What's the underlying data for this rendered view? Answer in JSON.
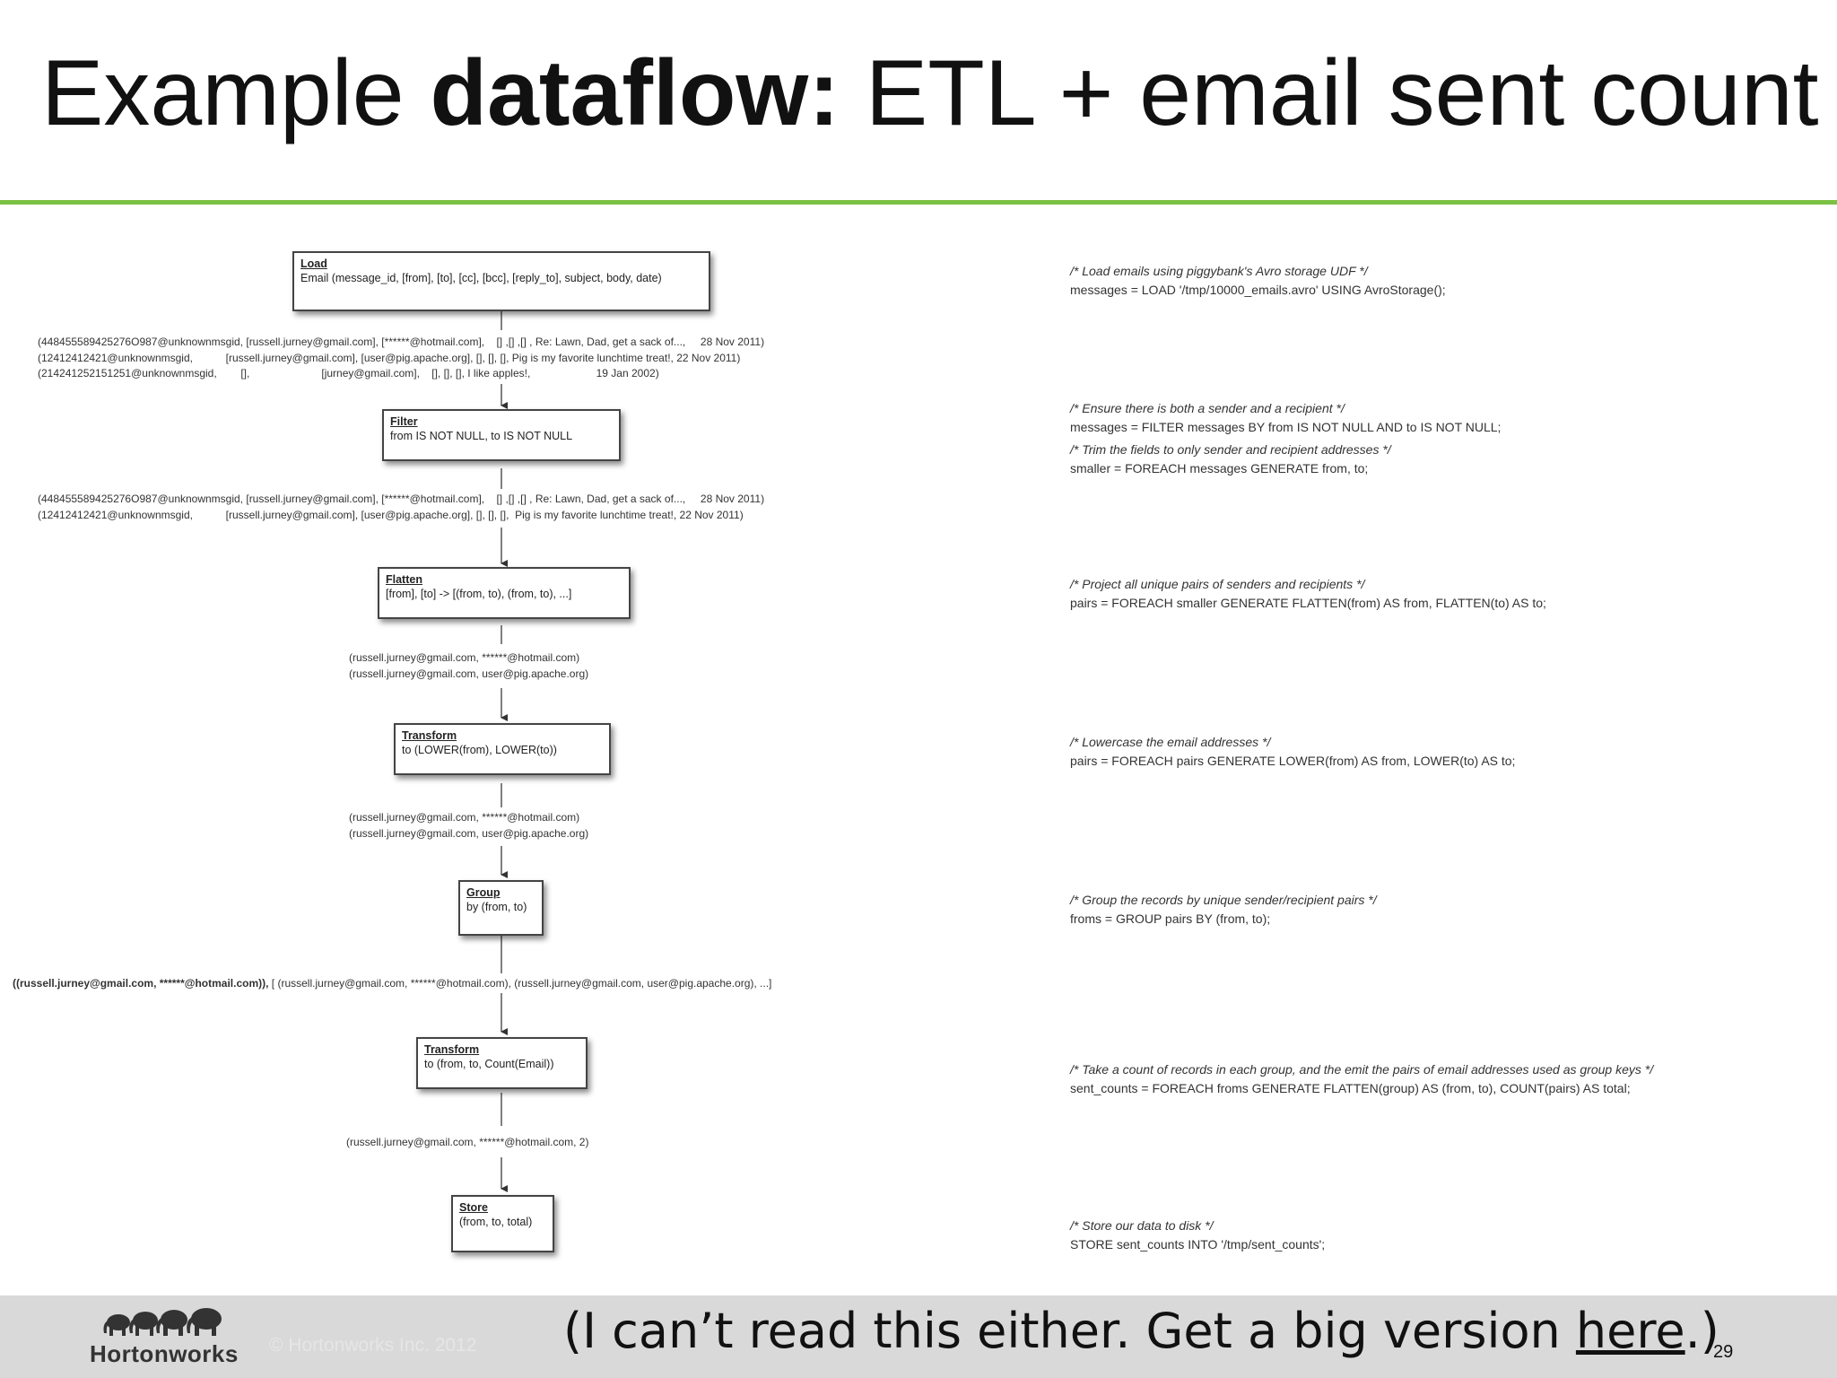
{
  "slide": {
    "title_pre": "Example",
    "title_bold": "dataflow:",
    "title_post": "ETL + email sent count",
    "page_number": "29",
    "copyright": "© Hortonworks Inc. 2012",
    "logo_text": "Hortonworks",
    "caption_pre": "(I can’t read this either. Get a big version",
    "caption_link": "here",
    "caption_post": ".)"
  },
  "flow": {
    "load": {
      "title": "Load",
      "desc": "Email (message_id, [from], [to], [cc], [bcc], [reply_to], subject, body, date)"
    },
    "filter": {
      "title": "Filter",
      "desc": "from IS NOT NULL, to IS NOT NULL"
    },
    "flatten": {
      "title": "Flatten",
      "desc": "[from], [to] -> [(from, to), (from, to), ...]"
    },
    "transform1": {
      "title": "Transform",
      "desc": "to (LOWER(from), LOWER(to))"
    },
    "group": {
      "title": "Group",
      "desc": "by (from, to)"
    },
    "transform2": {
      "title": "Transform",
      "desc": "to (from, to, Count(Email))"
    },
    "store": {
      "title": "Store",
      "desc": "(from, to, total)"
    }
  },
  "samples": {
    "after_load": "(448455589425276O987@unknownmsgid, [russell.jurney@gmail.com], [******@hotmail.com],    [] ,[] ,[] , Re: Lawn, Dad, get a sack of...,     28 Nov 2011)\n(12412412421@unknownmsgid,           [russell.jurney@gmail.com], [user@pig.apache.org], [], [], [], Pig is my favorite lunchtime treat!, 22 Nov 2011)\n(214241252151251@unknownmsgid,        [],                        [jurney@gmail.com],    [], [], [], I like apples!,                      19 Jan 2002)",
    "after_filter": "(448455589425276O987@unknownmsgid, [russell.jurney@gmail.com], [******@hotmail.com],    [] ,[] ,[] , Re: Lawn, Dad, get a sack of...,     28 Nov 2011)\n(12412412421@unknownmsgid,           [russell.jurney@gmail.com], [user@pig.apache.org], [], [], [],  Pig is my favorite lunchtime treat!, 22 Nov 2011)",
    "after_flatten": "(russell.jurney@gmail.com, ******@hotmail.com)\n(russell.jurney@gmail.com, user@pig.apache.org)",
    "after_transform": "(russell.jurney@gmail.com, ******@hotmail.com)\n(russell.jurney@gmail.com, user@pig.apache.org)",
    "after_group_key": "((russell.jurney@gmail.com, ******@hotmail.com)),",
    "after_group_bag": " [ (russell.jurney@gmail.com, ******@hotmail.com), (russell.jurney@gmail.com, user@pig.apache.org), ...]",
    "after_count": "(russell.jurney@gmail.com, ******@hotmail.com, 2)"
  },
  "code": {
    "c1": "/* Load emails using piggybank's Avro storage UDF */",
    "s1": "messages = LOAD '/tmp/10000_emails.avro' USING AvroStorage();",
    "c2": "/* Ensure there is both a sender and a recipient */",
    "s2": "messages = FILTER messages BY from IS NOT NULL AND to IS NOT NULL;",
    "c3": "/* Trim the fields to only sender and recipient addresses */",
    "s3": "smaller = FOREACH messages GENERATE from, to;",
    "c4": "/* Project all unique pairs of senders and recipients */",
    "s4": "pairs = FOREACH smaller GENERATE FLATTEN(from) AS from, FLATTEN(to) AS to;",
    "c5": "/* Lowercase the email addresses */",
    "s5": "pairs = FOREACH pairs GENERATE LOWER(from) AS from, LOWER(to) AS to;",
    "c6": "/* Group the records by unique sender/recipient pairs */",
    "s6": "froms = GROUP pairs BY (from, to);",
    "c7": "/* Take a count of records in each group, and the emit the pairs of email addresses used as group keys */",
    "s7": "sent_counts = FOREACH froms GENERATE FLATTEN(group) AS (from, to), COUNT(pairs) AS total;",
    "c8": "/* Store our data to disk */",
    "s8": "STORE sent_counts INTO '/tmp/sent_counts';"
  }
}
